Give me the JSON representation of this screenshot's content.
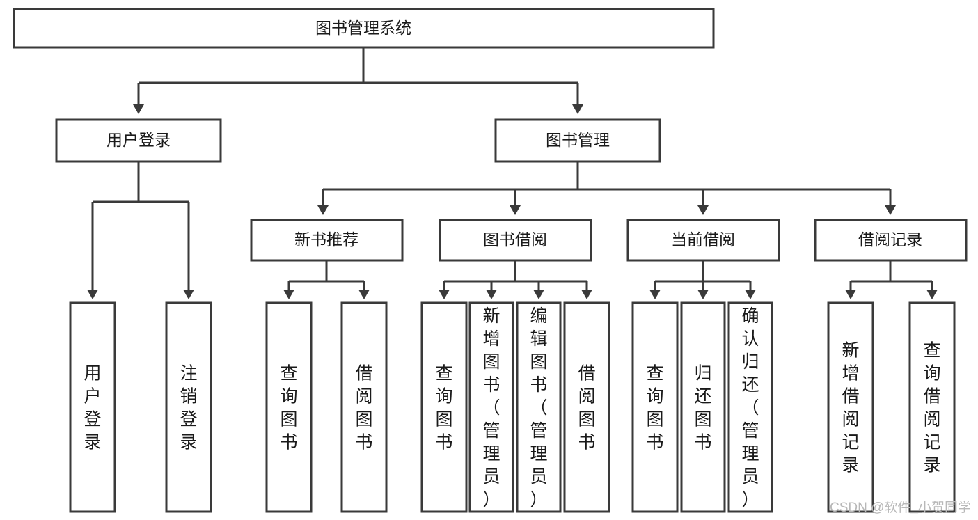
{
  "diagram": {
    "title_node": {
      "label": "图书管理系统"
    },
    "level2": [
      {
        "label": "用户登录"
      },
      {
        "label": "图书管理"
      }
    ],
    "level3": [
      {
        "label": "新书推荐"
      },
      {
        "label": "图书借阅"
      },
      {
        "label": "当前借阅"
      },
      {
        "label": "借阅记录"
      }
    ],
    "leaves": {
      "user_login": [
        {
          "label": "用户登录"
        },
        {
          "label": "注销登录"
        }
      ],
      "new_book": [
        {
          "label": "查询图书"
        },
        {
          "label": "借阅图书"
        }
      ],
      "book_borrow": [
        {
          "label": "查询图书"
        },
        {
          "label": "新增图书（管理员）"
        },
        {
          "label": "编辑图书（管理员）"
        },
        {
          "label": "借阅图书"
        }
      ],
      "current_borrow": [
        {
          "label": "查询图书"
        },
        {
          "label": "归还图书"
        },
        {
          "label": "确认归还（管理员）"
        }
      ],
      "borrow_record": [
        {
          "label": "新增借阅记录"
        },
        {
          "label": "查询借阅记录"
        }
      ]
    },
    "watermark": "CSDN @软件_小贺同学",
    "colors": {
      "stroke": "#3a3a3a",
      "fill": "#ffffff",
      "text": "#1a1a1a",
      "watermark": "#b8b8b8"
    }
  }
}
